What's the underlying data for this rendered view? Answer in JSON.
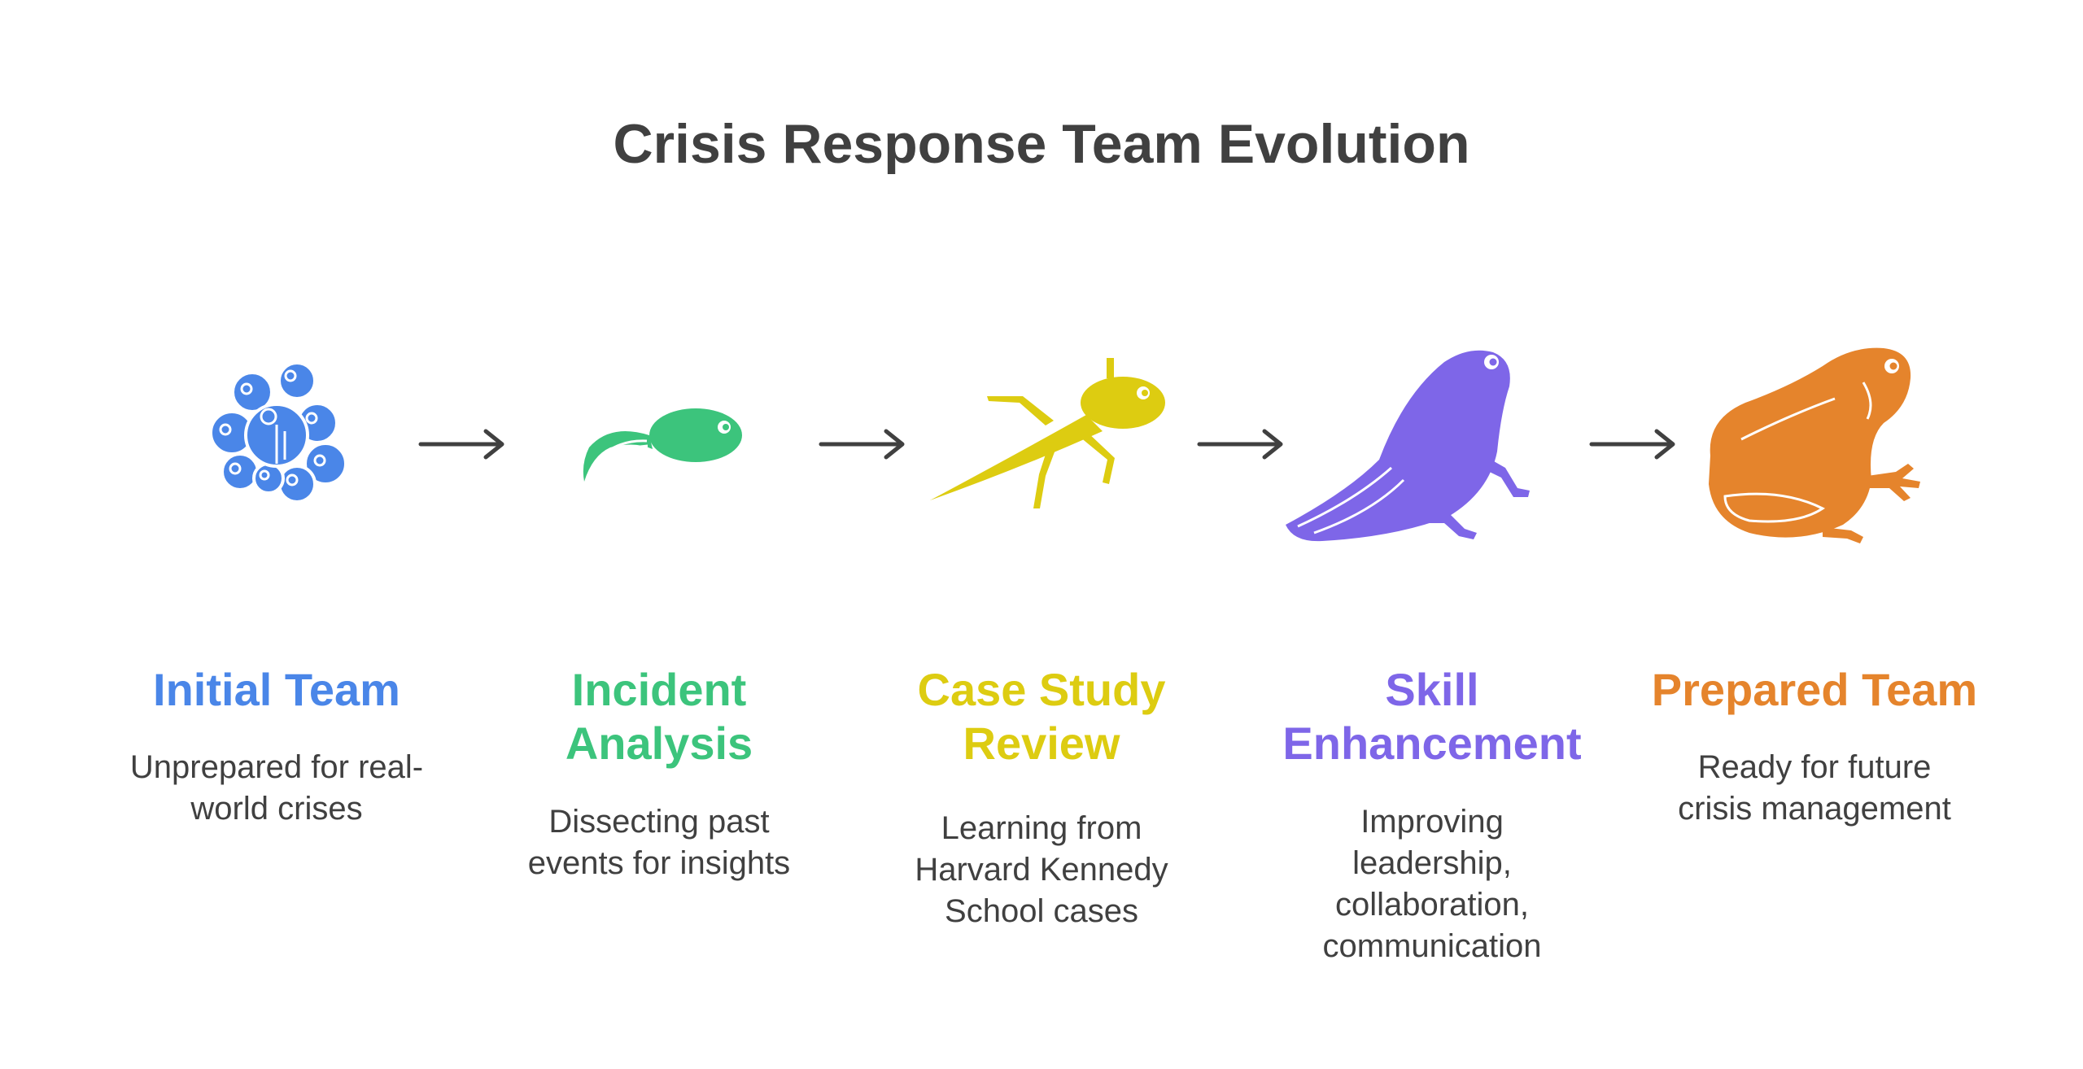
{
  "title": "Crisis Response Team Evolution",
  "colors": {
    "blue": "#4A86E8",
    "green": "#3CC47C",
    "yellow": "#DDCC11",
    "purple": "#7E66E8",
    "orange": "#E5842C",
    "text": "#404040"
  },
  "stages": [
    {
      "icon": "frog-eggs-icon",
      "title_line1": "Initial Team",
      "title_line2": "",
      "desc_line1": "Unprepared for real-",
      "desc_line2": "world crises",
      "desc_line3": "",
      "desc_line4": ""
    },
    {
      "icon": "tadpole-icon",
      "title_line1": "Incident",
      "title_line2": "Analysis",
      "desc_line1": "Dissecting past",
      "desc_line2": "events for insights",
      "desc_line3": "",
      "desc_line4": ""
    },
    {
      "icon": "tadpole-with-legs-icon",
      "title_line1": "Case Study",
      "title_line2": "Review",
      "desc_line1": "Learning from",
      "desc_line2": "Harvard Kennedy",
      "desc_line3": "School cases",
      "desc_line4": ""
    },
    {
      "icon": "froglet-icon",
      "title_line1": "Skill",
      "title_line2": "Enhancement",
      "desc_line1": "Improving",
      "desc_line2": "leadership,",
      "desc_line3": "collaboration,",
      "desc_line4": "communication"
    },
    {
      "icon": "frog-icon",
      "title_line1": "Prepared Team",
      "title_line2": "",
      "desc_line1": "Ready for future",
      "desc_line2": "crisis management",
      "desc_line3": "",
      "desc_line4": ""
    }
  ]
}
